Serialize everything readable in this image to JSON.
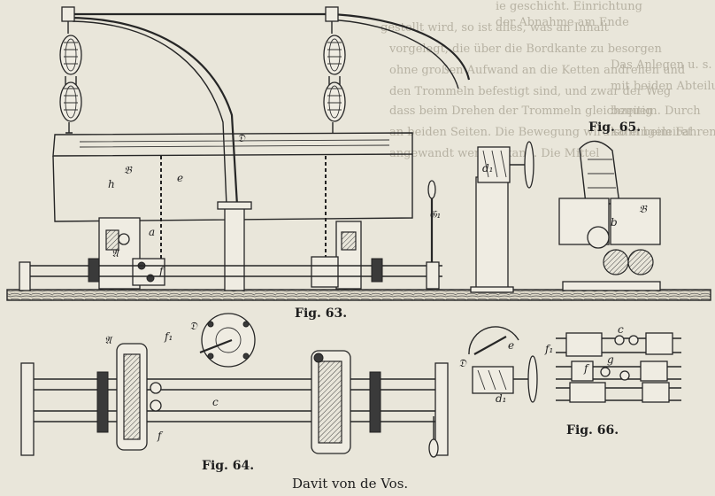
{
  "background_text": [
    "ie geschicht. Einrichtung",
    "der Abnahme am Ende",
    "gestellt wird, so ist alles, was an Inhalt",
    "vorgelegt, die über die Bordkante zu besorgen",
    "ohne großen Aufwand an die Ketten andrehen und",
    "den Trommeln befestigt sind, und zwar der Weg",
    "dass beim Drehen der Trommeln gleichzeitig",
    "an beiden Seiten. Die Bewegung wird so eingeleitet",
    "angewandt werden kann. Die Mittel",
    "Das Anlegen u. s. w.",
    "mit beiden Abteilungen",
    "bequem. Durch",
    "kann beim Fahren"
  ],
  "captions": {
    "fig63": "Fig. 63.",
    "fig64": "Fig. 64.",
    "fig65": "Fig. 65.",
    "fig66": "Fig. 66.",
    "title": "Davit von de Vos."
  },
  "labels": {
    "D": "𝔇",
    "e": "e",
    "h": "h",
    "B": "𝔅",
    "C1": "𝔊₁",
    "d1": "d₁",
    "a": "a",
    "b": "b",
    "c": "c",
    "f": "f",
    "f1": "f₁",
    "g": "g",
    "A": "𝔄"
  }
}
